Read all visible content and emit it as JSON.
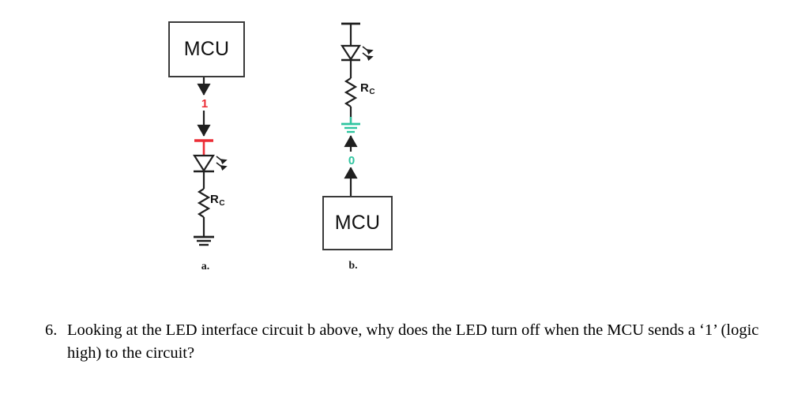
{
  "page": {
    "background_color": "#ffffff",
    "text_color": "#000000"
  },
  "colors": {
    "wire": "#2b2b2b",
    "box_border": "#3a3a3a",
    "logic_high_red": "#ec2d36",
    "logic_low_green": "#2ec49f",
    "ground_black": "#1f1f1f"
  },
  "figure": {
    "circuit_a": {
      "caption": "a.",
      "mcu_label": "MCU",
      "logic_level": "1",
      "logic_level_color": "#ec2d36",
      "resistor_label": "R",
      "resistor_subscript": "C",
      "topology": "MCU source (high side) drives LED then R_C to ground; LED is ON",
      "elements": [
        "mcu-block",
        "current-arrow-down",
        "logic-level-1",
        "current-arrow-down",
        "supply-rail-red",
        "led-symbol",
        "resistor-symbol",
        "ground-symbol"
      ]
    },
    "circuit_b": {
      "caption": "b.",
      "mcu_label": "MCU",
      "logic_level": "0",
      "logic_level_color": "#2ec49f",
      "resistor_label": "R",
      "resistor_subscript": "C",
      "topology": "Supply rail to LED then R_C into MCU pin sinking current (logic 0); LED is ON when pin is low",
      "elements": [
        "supply-rail",
        "led-symbol",
        "resistor-symbol",
        "ground-symbol-green",
        "current-arrow-up",
        "logic-level-0",
        "current-arrow-up",
        "mcu-block"
      ]
    }
  },
  "question": {
    "number": "6.",
    "text": "Looking at the LED interface circuit b above, why does the LED turn off when the MCU sends a ‘1’ (logic high) to the circuit?"
  }
}
